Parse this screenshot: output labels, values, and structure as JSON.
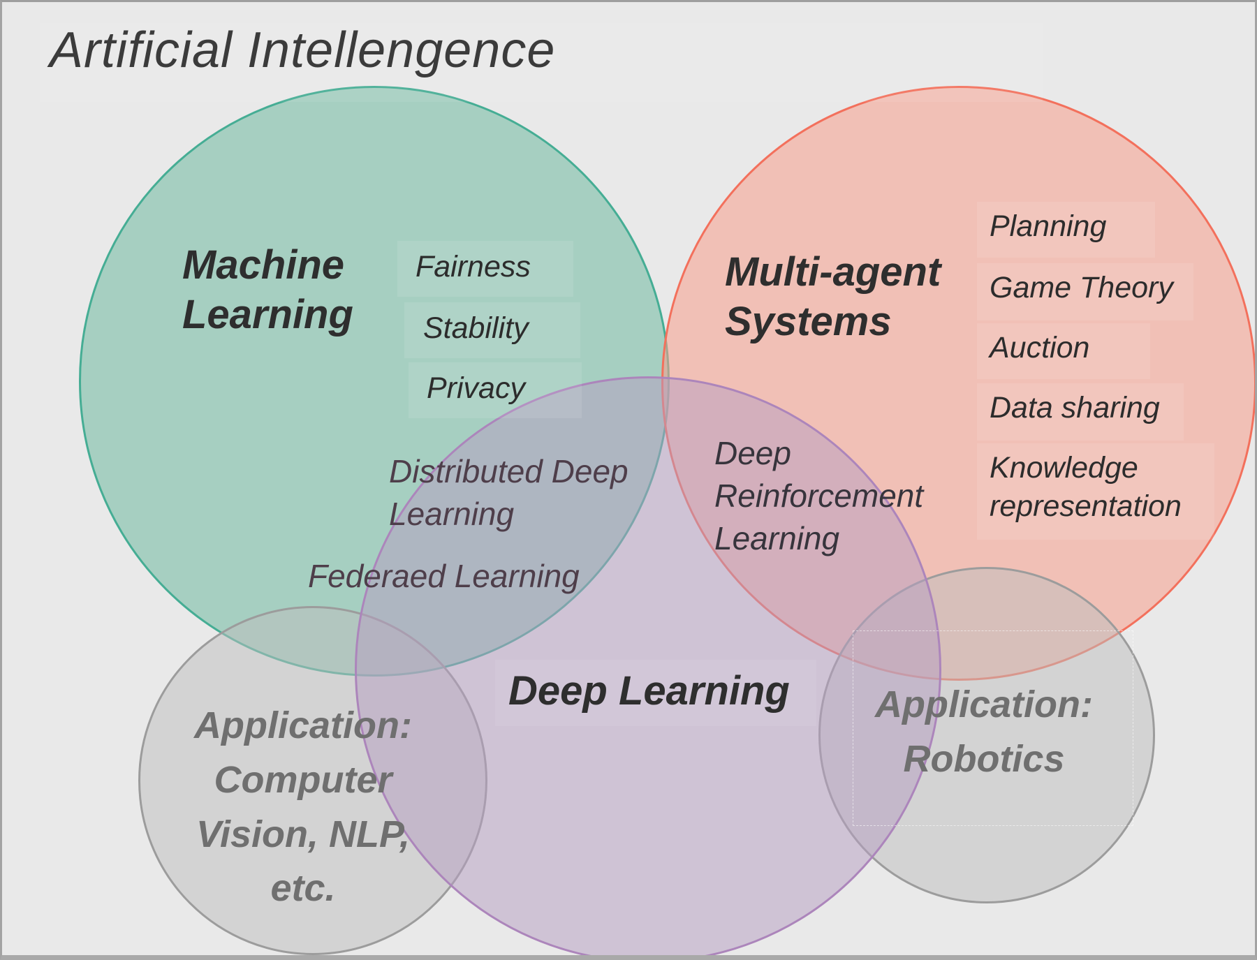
{
  "title": "Artificial Intellengence",
  "sets": {
    "machine_learning": {
      "label": "Machine Learning",
      "label_display": "Machine\nLearning",
      "items": [
        "Fairness",
        "Stability",
        "Privacy"
      ]
    },
    "multi_agent_systems": {
      "label": "Multi-agent Systems",
      "label_display": "Multi-agent\nSystems",
      "items": [
        "Planning",
        "Game Theory",
        "Auction",
        "Data sharing",
        "Knowledge\nrepresentation"
      ]
    },
    "deep_learning": {
      "label": "Deep Learning",
      "label_display": "Deep Learning"
    },
    "application_cv": {
      "label": "Application: Computer Vision, NLP, etc.",
      "label_display": "Application:\nComputer\nVision, NLP,\netc."
    },
    "application_robotics": {
      "label": "Application: Robotics",
      "label_display": "Application:\nRobotics"
    }
  },
  "overlaps": {
    "ml_dl": {
      "description": "Machine Learning ∩ Deep Learning",
      "items": [
        "Distributed Deep\nLearning",
        "Federaed Learning"
      ]
    },
    "mas_dl": {
      "description": "Multi-agent Systems ∩ Deep Learning",
      "items": [
        "Deep\nReinforcement\nLearning"
      ]
    }
  },
  "colors": {
    "background": "#e9e9e9",
    "frame_border": "#9e9e9e",
    "machine_learning_fill": "#a9cfc3",
    "machine_learning_border": "#45ad94",
    "multi_agent_fill": "#f1c3b9",
    "multi_agent_border": "#f3705c",
    "deep_learning_fill": "#cfc2d4",
    "deep_learning_border": "#ac85bb",
    "application_fill": "#d5d5d5",
    "application_border": "#9c9c9c",
    "heading_text": "#2e2e2e",
    "item_text": "#2c2c2c",
    "overlap_item_text": "#4e3e4a",
    "application_text": "#6f6f6f",
    "title_text": "#3b3b3b"
  }
}
